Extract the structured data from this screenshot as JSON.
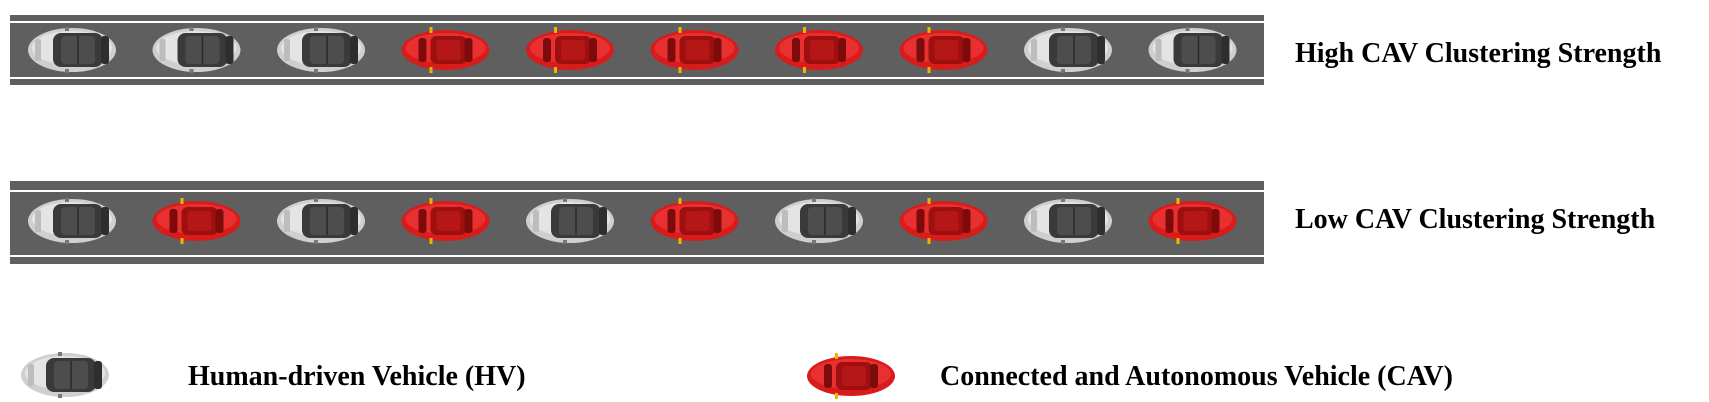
{
  "rows": [
    {
      "id": "high",
      "label": "High CAV Clustering Strength",
      "vehicles": [
        "HV",
        "HV",
        "HV",
        "CAV",
        "CAV",
        "CAV",
        "CAV",
        "CAV",
        "HV",
        "HV"
      ]
    },
    {
      "id": "low",
      "label": "Low CAV Clustering Strength",
      "vehicles": [
        "HV",
        "CAV",
        "HV",
        "CAV",
        "HV",
        "CAV",
        "HV",
        "CAV",
        "HV",
        "CAV"
      ]
    }
  ],
  "legend": {
    "hv_label": "Human-driven Vehicle (HV)",
    "cav_label": "Connected and Autonomous Vehicle (CAV)"
  },
  "colors": {
    "road": "#5f5f5f",
    "lane_line": "#ffffff",
    "hv_body": "#cfcfcf",
    "hv_roof": "#3a3a3a",
    "cav_body": "#d81c1c",
    "cav_roof": "#9e0f0f",
    "cav_light": "#f0b400"
  },
  "icons": {
    "hv": "gray-car-top-view-icon",
    "cav": "red-car-top-view-icon"
  }
}
